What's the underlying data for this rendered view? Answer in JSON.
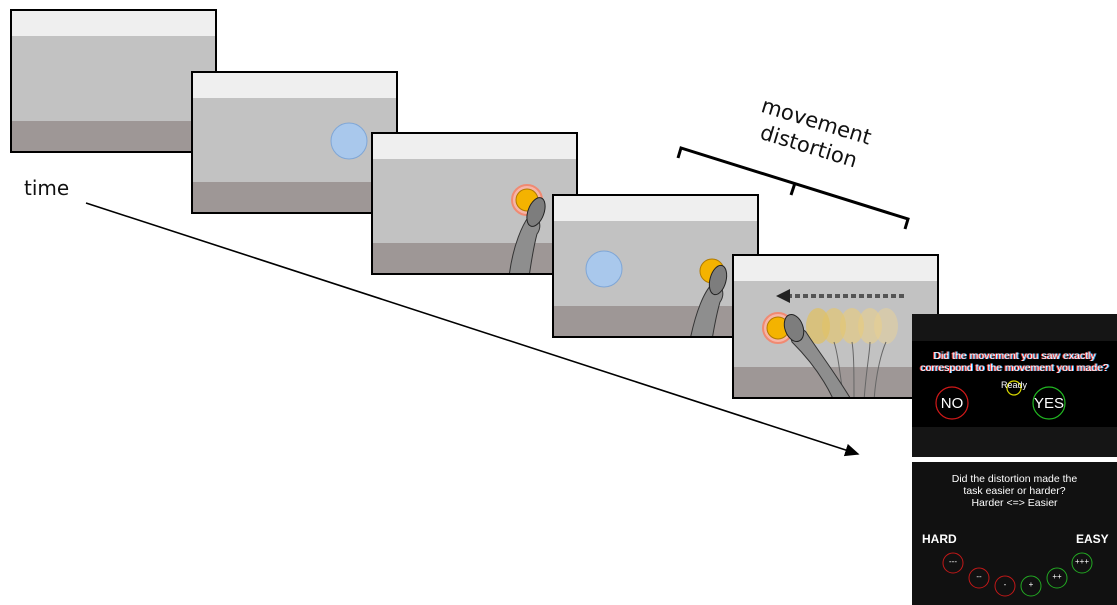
{
  "diagram": {
    "time_label": "time",
    "bracket_label": [
      "movement",
      "distortion"
    ]
  },
  "screen1": {
    "question_line1": "Did the movement you saw exactly",
    "question_line2": "correspond to the movement you made?",
    "ready_label": "Ready",
    "no_label": "NO",
    "yes_label": "YES",
    "colors": {
      "no": "#d01818",
      "yes": "#22b822",
      "ready": "#d8d800"
    }
  },
  "screen2": {
    "question_line1": "Did the distortion made the",
    "question_line2": "task easier or harder?",
    "question_line3": "Harder  <=>  Easier",
    "hard_label": "HARD",
    "easy_label": "EASY",
    "scale": [
      {
        "label": "---",
        "color": "#c01818"
      },
      {
        "label": "--",
        "color": "#c01818"
      },
      {
        "label": "-",
        "color": "#c01818"
      },
      {
        "label": "+",
        "color": "#22a822"
      },
      {
        "label": "++",
        "color": "#22a822"
      },
      {
        "label": "+++",
        "color": "#22a822"
      }
    ]
  }
}
